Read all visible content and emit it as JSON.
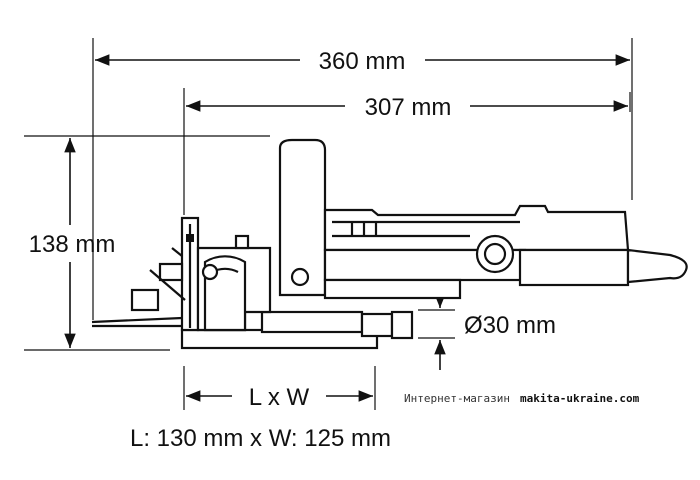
{
  "dimensions": {
    "overall_length": "360 mm",
    "body_length": "307 mm",
    "height": "138 mm",
    "spindle_diameter": "Ø30 mm",
    "base_label": "L x W",
    "base_size": "L: 130 mm x W: 125 mm"
  },
  "watermark": {
    "shop_label": "Интернет-магазин",
    "site": "makita-ukraine.com"
  },
  "colors": {
    "line": "#111111",
    "background": "#ffffff"
  }
}
